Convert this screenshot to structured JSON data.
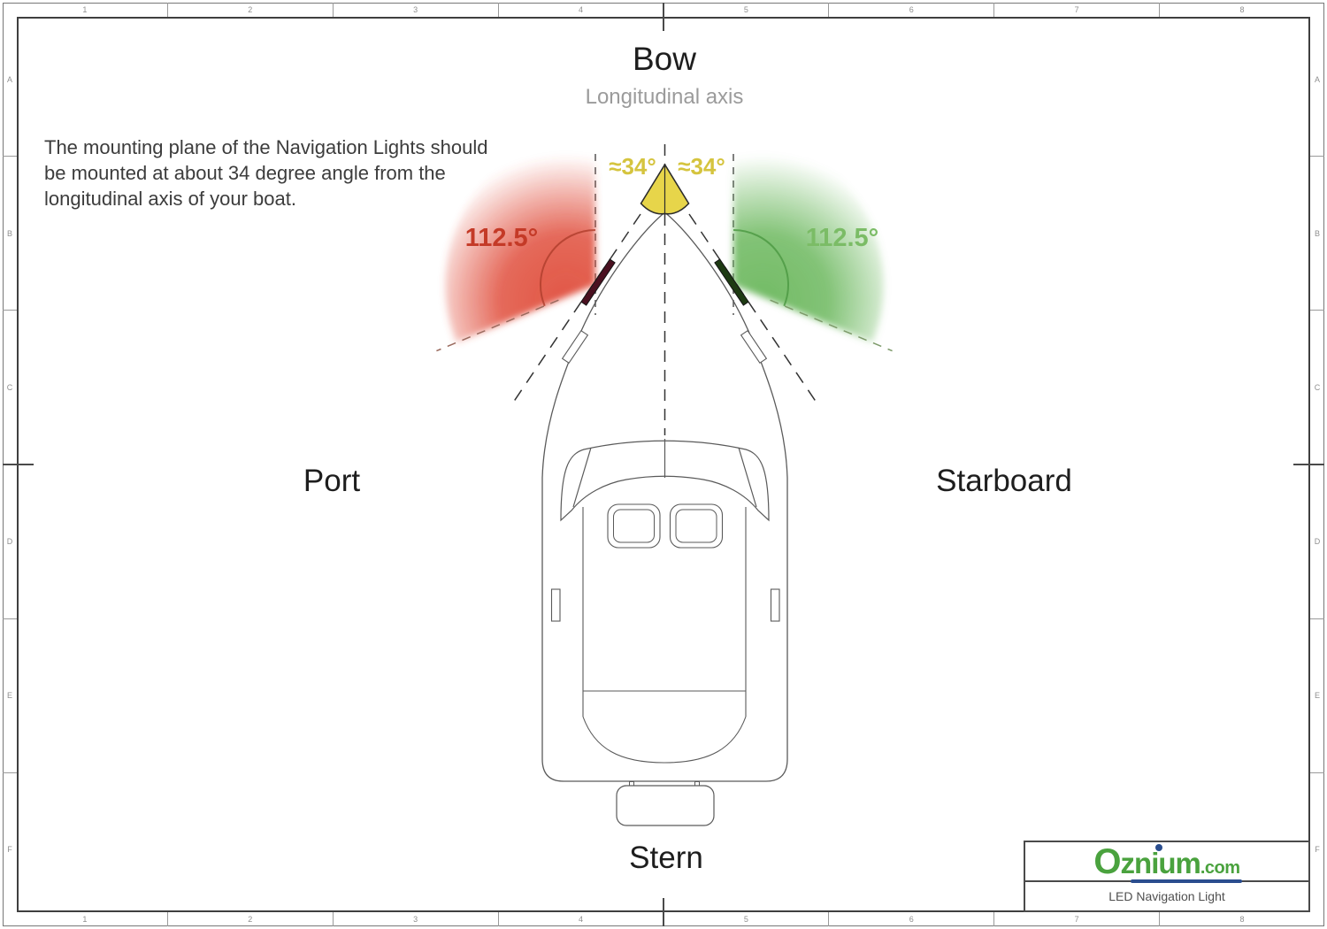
{
  "frame": {
    "columns": [
      "1",
      "2",
      "3",
      "4",
      "5",
      "6",
      "7",
      "8"
    ],
    "rows": [
      "A",
      "B",
      "C",
      "D",
      "E",
      "F"
    ]
  },
  "header": {
    "title": "Bow",
    "subtitle": "Longitudinal axis"
  },
  "note": {
    "lines": [
      "The mounting plane of the Navigation Lights should",
      "be mounted at about 34 degree angle from the",
      "longitudinal axis of your boat."
    ]
  },
  "labels": {
    "port": "Port",
    "starboard": "Starboard",
    "stern": "Stern"
  },
  "angles": {
    "port_arc": "112.5°",
    "starboard_arc": "112.5°",
    "mount_left": "≈34°",
    "mount_right": "≈34°"
  },
  "colors": {
    "port": "#c43a27",
    "starboard": "#7bbc66",
    "mount": "#d5c43e",
    "port_glow": "#e04e3c",
    "starboard_glow": "#6cb85e",
    "cone_yellow": "#e7d54a",
    "logo_green": "#4aa23e",
    "logo_blue": "#2a4d8e"
  },
  "titleblock": {
    "brand": "Oznium",
    "brand_suffix": ".com",
    "product": "LED Navigation Light"
  }
}
